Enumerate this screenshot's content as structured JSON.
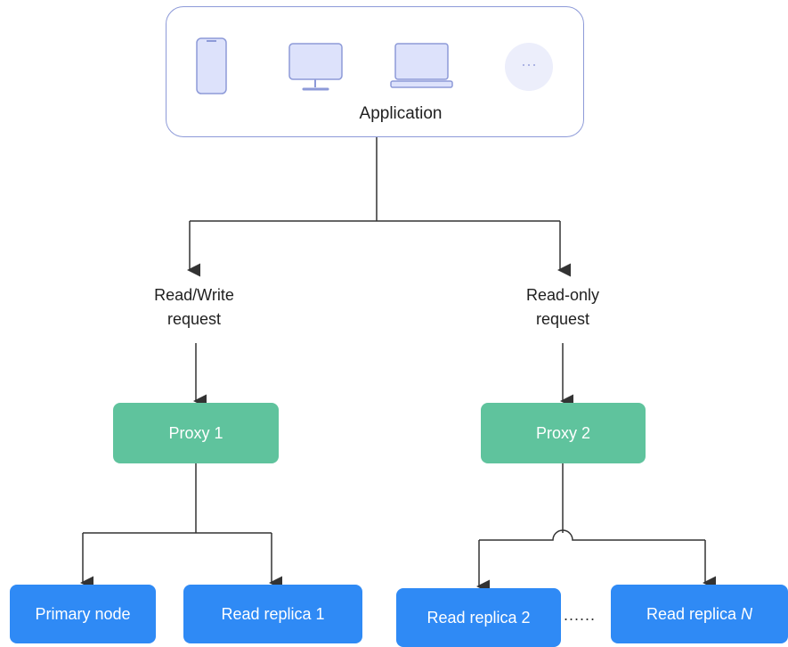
{
  "application": {
    "label": "Application",
    "devices": [
      "phone-icon",
      "monitor-icon",
      "laptop-icon",
      "more-icon"
    ],
    "more_glyph": "···"
  },
  "requests": {
    "read_write": [
      "Read/Write",
      "request"
    ],
    "read_only": [
      "Read-only",
      "request"
    ]
  },
  "proxies": {
    "proxy1": "Proxy 1",
    "proxy2": "Proxy 2"
  },
  "nodes": {
    "primary": "Primary node",
    "replica1": "Read replica 1",
    "replica2": "Read replica 2",
    "replicaN_prefix": "Read replica ",
    "replicaN_suffix": "N"
  },
  "ellipsis": "......",
  "colors": {
    "app_border": "#8d9ad8",
    "device_fill": "#dde2fb",
    "proxy": "#5fc39d",
    "db": "#2f8af5",
    "line": "#333333"
  }
}
